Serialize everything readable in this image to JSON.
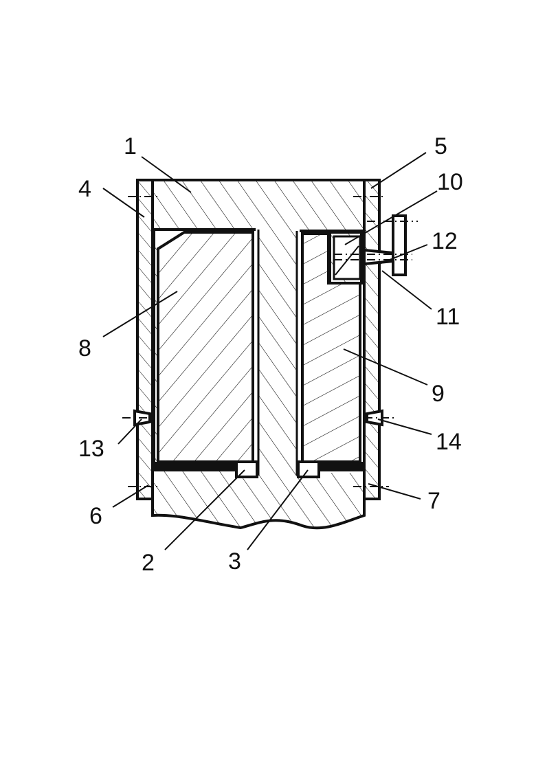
{
  "figure": {
    "reference_numerals": [
      {
        "id": "1",
        "text": "1"
      },
      {
        "id": "2",
        "text": "2"
      },
      {
        "id": "3",
        "text": "3"
      },
      {
        "id": "4",
        "text": "4"
      },
      {
        "id": "5",
        "text": "5"
      },
      {
        "id": "6",
        "text": "6"
      },
      {
        "id": "7",
        "text": "7"
      },
      {
        "id": "8",
        "text": "8"
      },
      {
        "id": "9",
        "text": "9"
      },
      {
        "id": "10",
        "text": "10"
      },
      {
        "id": "11",
        "text": "11"
      },
      {
        "id": "12",
        "text": "12"
      },
      {
        "id": "13",
        "text": "13"
      },
      {
        "id": "14",
        "text": "14"
      }
    ],
    "colors": {
      "ink": "#111111",
      "paper": "#ffffff"
    }
  }
}
